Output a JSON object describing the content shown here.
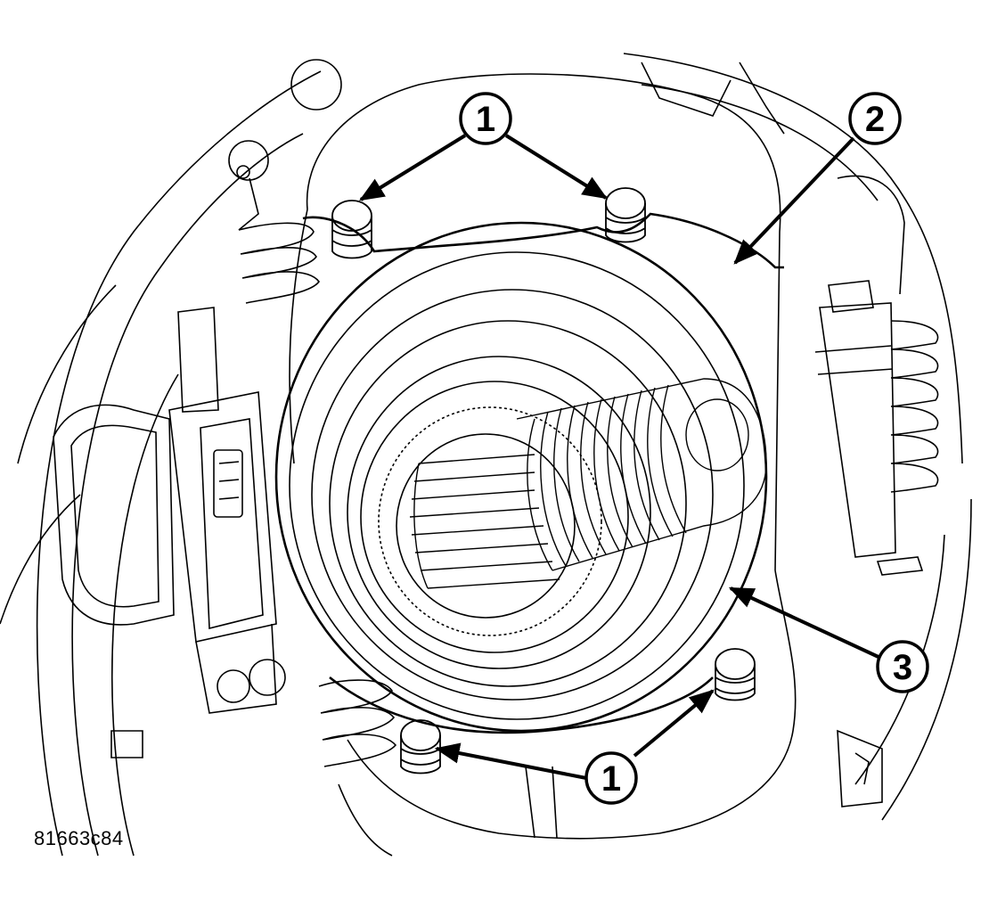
{
  "figure": {
    "figure_id": "81663c84",
    "line_color": "#000000",
    "background": "#ffffff"
  },
  "callouts": [
    {
      "number": "1"
    },
    {
      "number": "2"
    },
    {
      "number": "3"
    },
    {
      "number": "1"
    }
  ]
}
